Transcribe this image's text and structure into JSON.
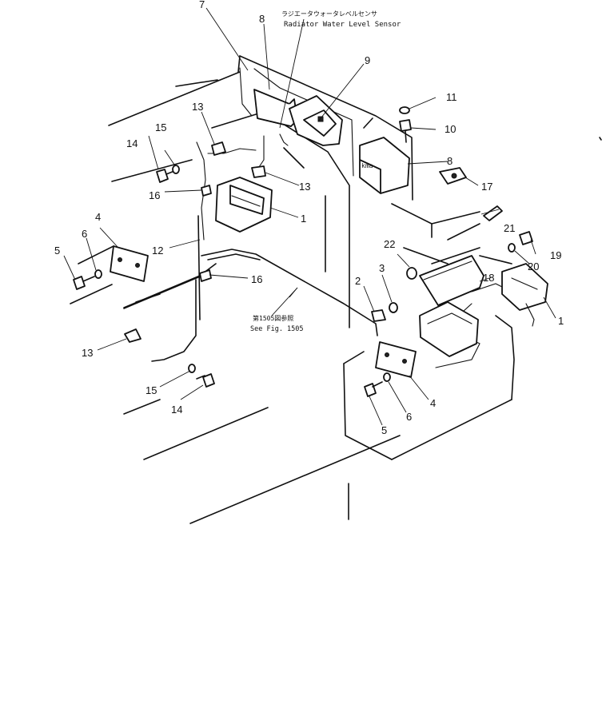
{
  "annotations": {
    "sensor_jp": "ラジエータウォータレベルセンサ",
    "sensor_en": "Radiator Water Level Sensor",
    "see_jp": "第1505図参照",
    "see_en": "See Fig. 1505"
  },
  "callouts": {
    "c1a": "1",
    "c1b": "1",
    "c2": "2",
    "c3": "3",
    "c4a": "4",
    "c4b": "4",
    "c5a": "5",
    "c5b": "5",
    "c6a": "6",
    "c6b": "6",
    "c7": "7",
    "c8a": "8",
    "c8b": "8",
    "c9": "9",
    "c10": "10",
    "c11": "11",
    "c12": "12",
    "c13a": "13",
    "c13b": "13",
    "c13c": "13",
    "c14a": "14",
    "c14b": "14",
    "c15a": "15",
    "c15b": "15",
    "c16a": "16",
    "c16b": "16",
    "c17": "17",
    "c18": "18",
    "c19": "19",
    "c20": "20",
    "c21": "21",
    "c22": "22"
  }
}
